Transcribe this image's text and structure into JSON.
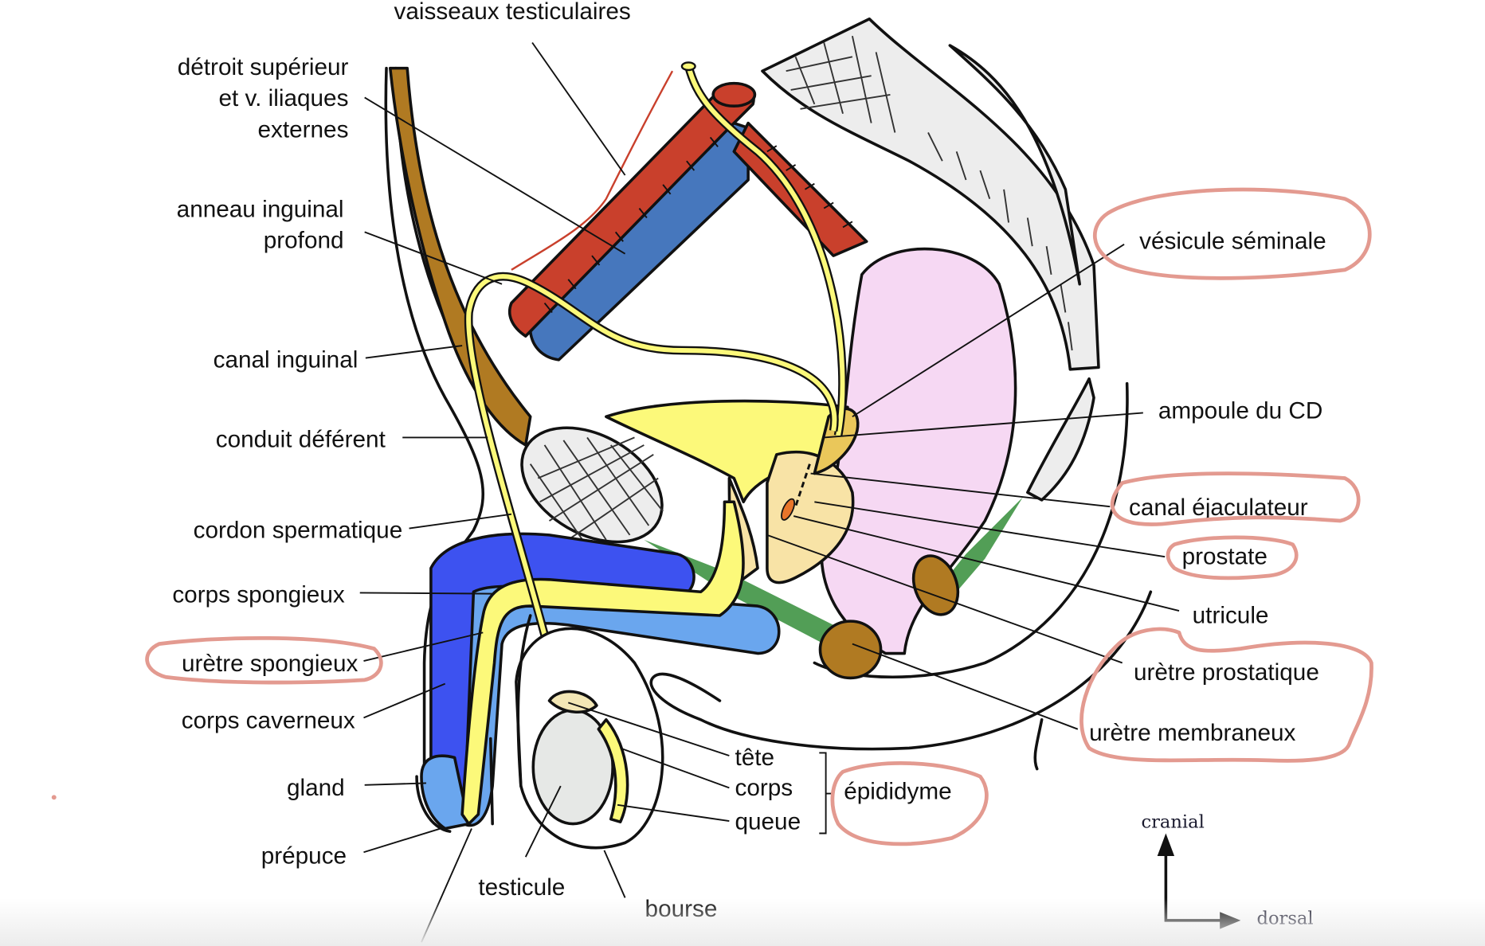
{
  "figure": {
    "language": "fr",
    "colors": {
      "artery": "#c9402c",
      "vein": "#4677bd",
      "urethra_bladder": "#fcf97a",
      "vas_deferens_brown": "#b07a22",
      "prostate": "#f8e3a6",
      "rectum": "#f6d8f3",
      "corpus_cavernosum": "#3d52f0",
      "corpus_spongiosum": "#6aa6ee",
      "bone": "#ededed",
      "ligament_green": "#3f9444",
      "annotation_circle": "#e39a90"
    }
  },
  "labels_left": {
    "detroit": [
      "détroit supérieur",
      "et v. iliaques",
      "externes"
    ],
    "anneau": [
      "anneau inguinal",
      "profond"
    ],
    "canal_inguinal": "canal inguinal",
    "conduit_deferent": "conduit déférent",
    "cordon": "cordon spermatique",
    "corps_spongieux": "corps spongieux",
    "uretre_spongieux": "urètre spongieux",
    "corps_caverneux": "corps caverneux",
    "gland": "gland",
    "prepuce": "prépuce"
  },
  "labels_top": {
    "vaisseaux": "vaisseaux testiculaires"
  },
  "labels_right": {
    "vesicule": "vésicule séminale",
    "ampoule": "ampoule du CD",
    "canal_ejaculateur": "canal éjaculateur",
    "prostate": "prostate",
    "utricule": "utricule",
    "uretre_prostatique": "urètre prostatique",
    "uretre_membraneux": "urètre membraneux"
  },
  "labels_bottom": {
    "testicule": "testicule",
    "bourse": "bourse",
    "tete": "tête",
    "corps": "corps",
    "queue": "queue",
    "epididyme": "épididyme"
  },
  "orientation": {
    "up": "cranial",
    "right": "dorsal"
  },
  "highlighted_labels": [
    "vésicule séminale",
    "canal éjaculateur",
    "prostate",
    "urètre spongieux",
    "urètre prostatique",
    "urètre membraneux",
    "épididyme"
  ]
}
